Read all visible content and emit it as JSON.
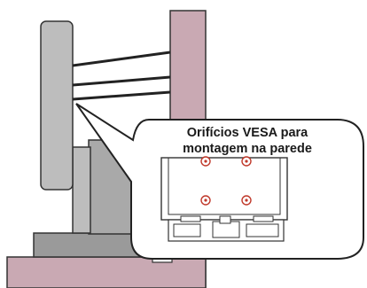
{
  "callout": {
    "line1": "Orifícios VESA para",
    "line2": "montagem na parede"
  },
  "colors": {
    "wall": "#c9a9b3",
    "floor": "#c9a9b3",
    "monitor": "#bdbdbd",
    "stand": "#a9a9a9",
    "outline": "#333333",
    "callout_fill": "#ffffff",
    "vesa_hole": "#c0392b"
  },
  "icons": {
    "vesa_hole": "vesa-screw-hole-icon",
    "strap": "safety-strap"
  }
}
